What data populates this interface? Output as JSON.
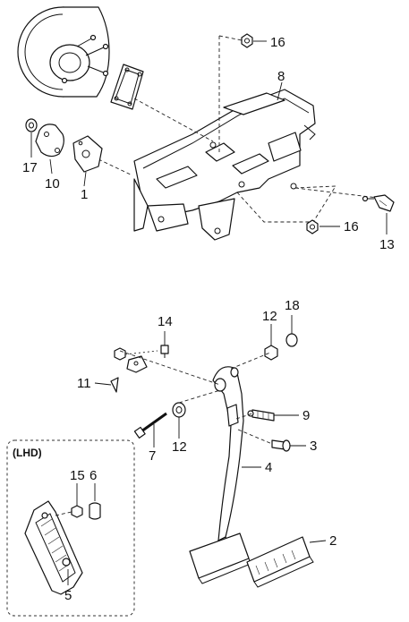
{
  "callouts": {
    "c1": "1",
    "c2": "2",
    "c3": "3",
    "c4": "4",
    "c5": "5",
    "c6": "6",
    "c7": "7",
    "c8": "8",
    "c9": "9",
    "c10": "10",
    "c11": "11",
    "c12a": "12",
    "c12b": "12",
    "c13": "13",
    "c14": "14",
    "c15": "15",
    "c16a": "16",
    "c16b": "16",
    "c17": "17",
    "c18": "18"
  },
  "lhd_label": "(LHD)"
}
